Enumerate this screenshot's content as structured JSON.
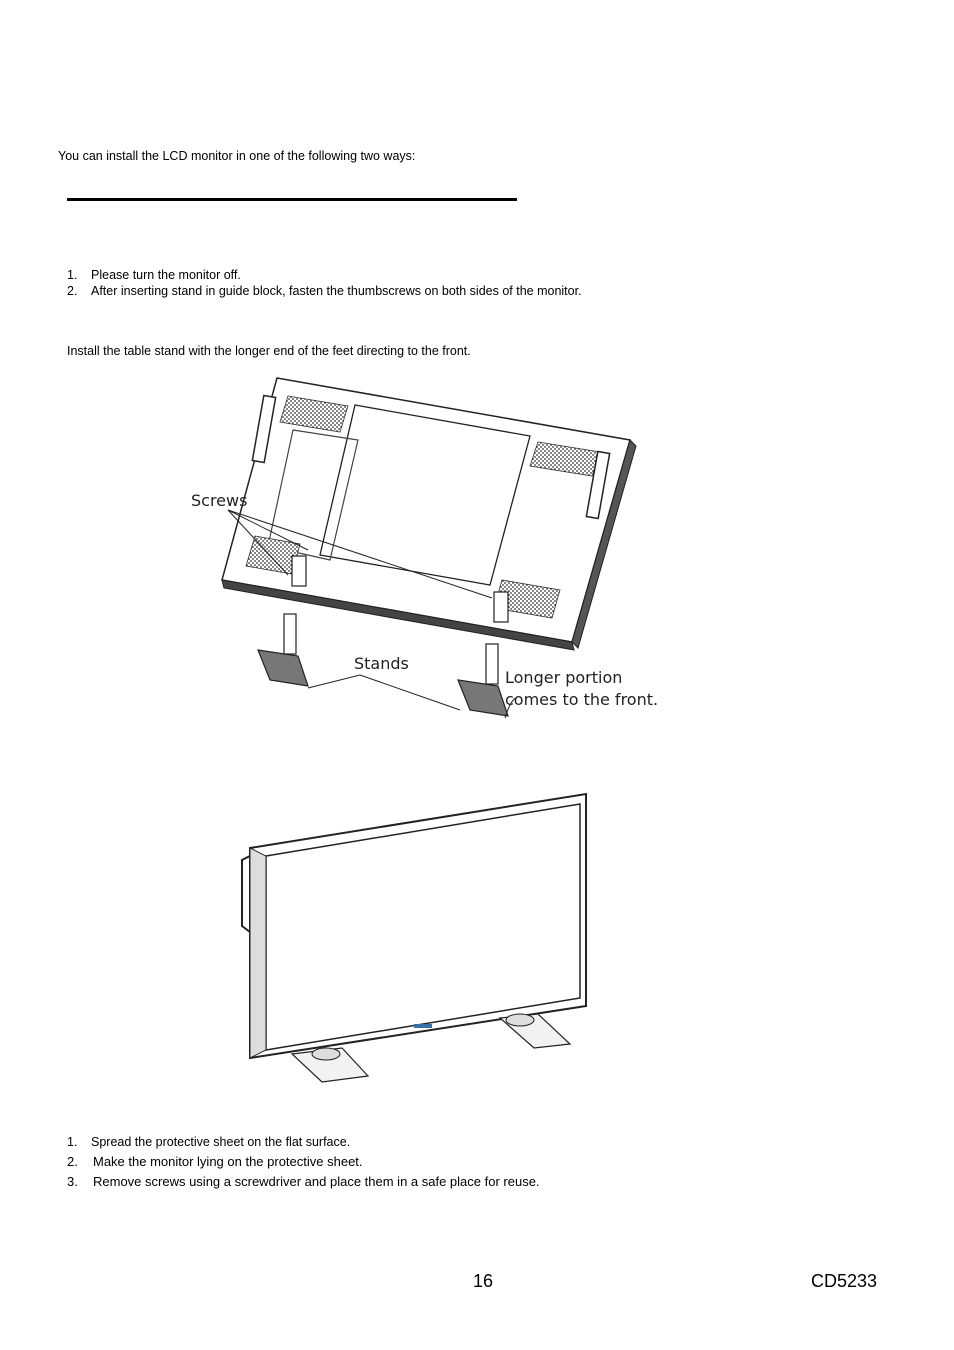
{
  "intro": "You can install the LCD monitor in one of the following two ways:",
  "steps_a": [
    {
      "num": "1.",
      "text": "Please turn the monitor off."
    },
    {
      "num": "2.",
      "text": "After inserting stand in guide block, fasten the thumbscrews on both sides of the monitor."
    }
  ],
  "note": "Install the table stand with the longer end of the feet directing to the front.",
  "figure1": {
    "label_screws": "Screws",
    "label_stands": "Stands",
    "label_longer_1": "Longer portion",
    "label_longer_2": "comes to the front."
  },
  "steps_b": [
    {
      "num": "1.",
      "text": "Spread the protective sheet on the flat surface."
    },
    {
      "num": "2.",
      "text": "Make the monitor lying on the protective sheet."
    },
    {
      "num": "3.",
      "text": "Remove screws using a screwdriver and place them in a safe place for reuse."
    }
  ],
  "footer": {
    "page_number": "16",
    "model": "CD5233"
  }
}
